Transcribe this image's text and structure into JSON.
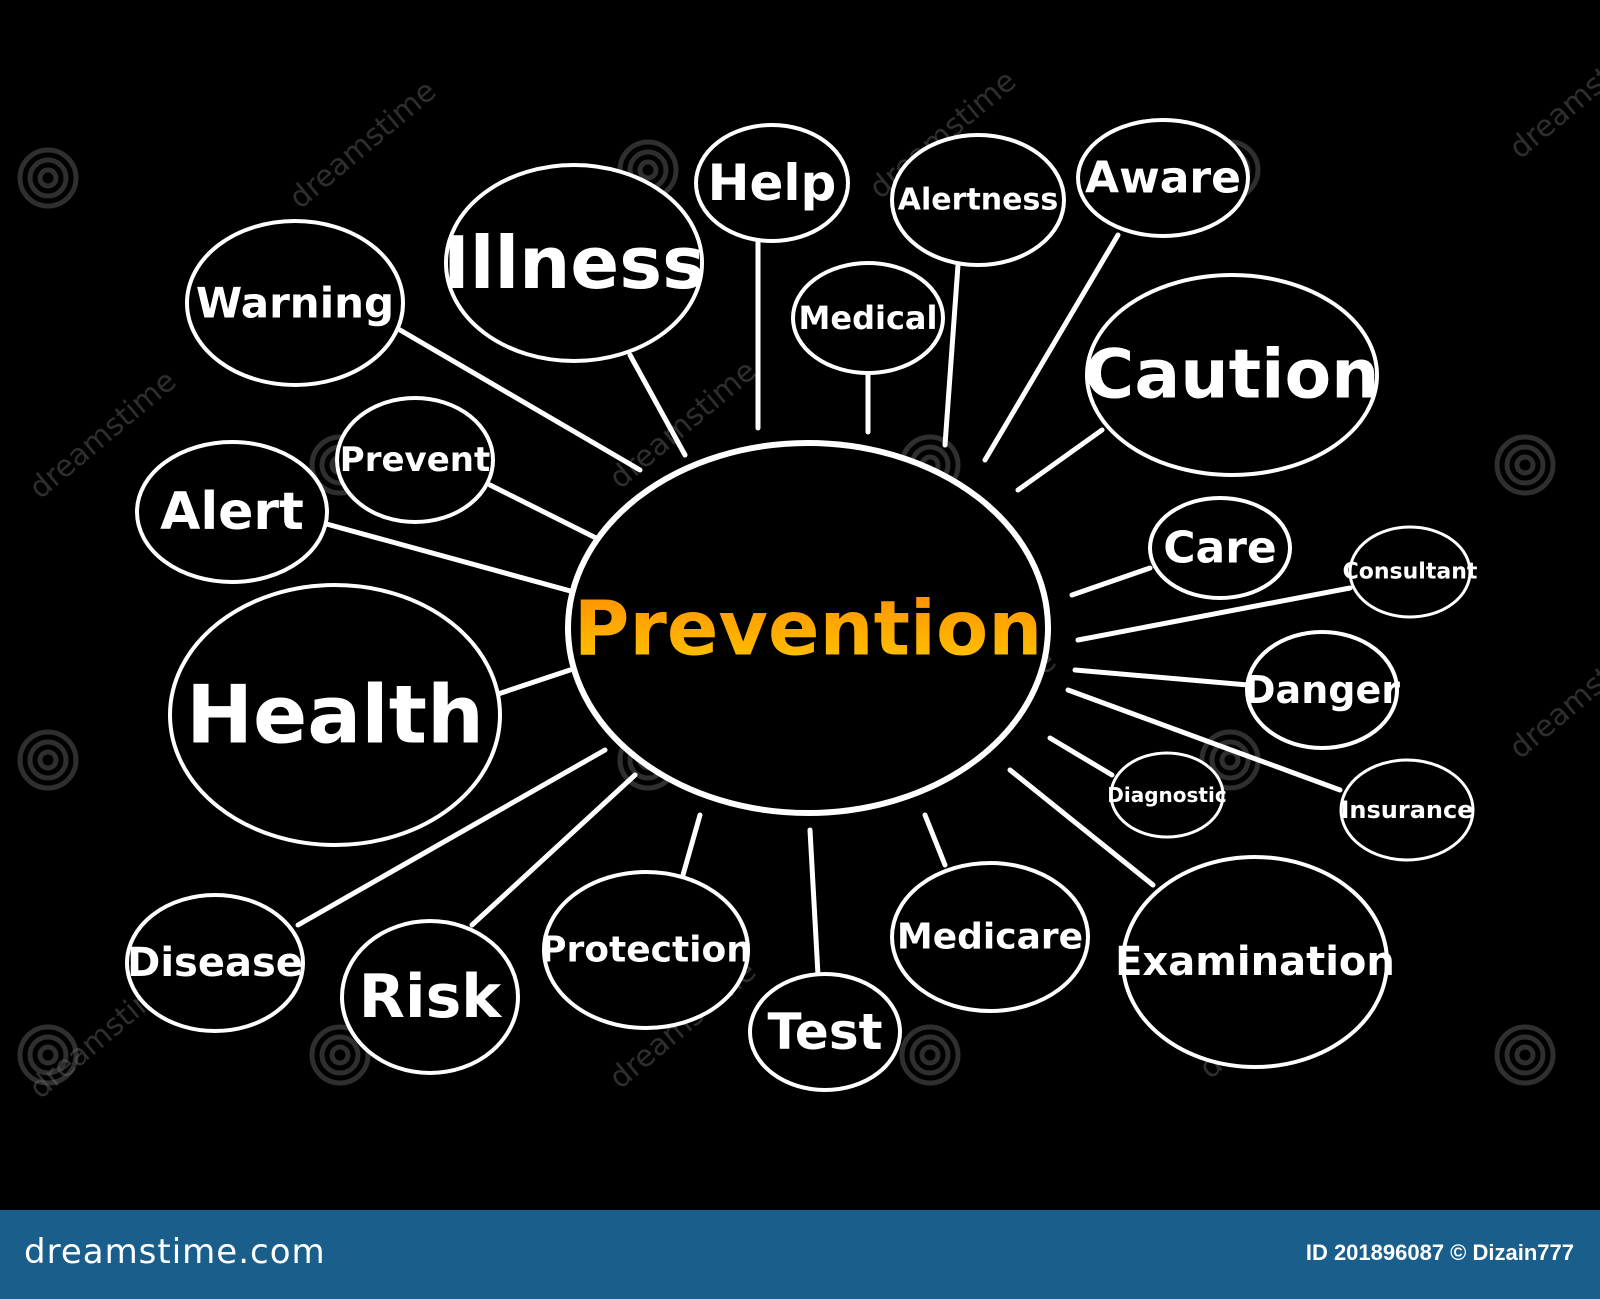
{
  "diagram": {
    "center": {
      "label": "Prevention",
      "color_start": "#ff8c00",
      "color_end": "#ffd200"
    },
    "line_color": "#ffffff",
    "nodes": [
      {
        "id": "help",
        "label": "Help",
        "size": "medium"
      },
      {
        "id": "alertness",
        "label": "Alertness",
        "size": "small"
      },
      {
        "id": "aware",
        "label": "Aware",
        "size": "medium"
      },
      {
        "id": "illness",
        "label": "Illness",
        "size": "large"
      },
      {
        "id": "medical",
        "label": "Medical",
        "size": "small"
      },
      {
        "id": "warning",
        "label": "Warning",
        "size": "medium"
      },
      {
        "id": "caution",
        "label": "Caution",
        "size": "large"
      },
      {
        "id": "prevent",
        "label": "Prevent",
        "size": "small"
      },
      {
        "id": "alert",
        "label": "Alert",
        "size": "medium"
      },
      {
        "id": "care",
        "label": "Care",
        "size": "medium"
      },
      {
        "id": "consultant",
        "label": "Consultant",
        "size": "tiny"
      },
      {
        "id": "health",
        "label": "Health",
        "size": "xlarge"
      },
      {
        "id": "danger",
        "label": "Danger",
        "size": "medium"
      },
      {
        "id": "diagnostic",
        "label": "Diagnostic",
        "size": "tiny"
      },
      {
        "id": "insurance",
        "label": "Insurance",
        "size": "tiny"
      },
      {
        "id": "disease",
        "label": "Disease",
        "size": "medium"
      },
      {
        "id": "risk",
        "label": "Risk",
        "size": "large"
      },
      {
        "id": "protection",
        "label": "Protection",
        "size": "medium"
      },
      {
        "id": "test",
        "label": "Test",
        "size": "medium"
      },
      {
        "id": "medicare",
        "label": "Medicare",
        "size": "medium"
      },
      {
        "id": "examination",
        "label": "Examination",
        "size": "medium"
      }
    ]
  },
  "footer": {
    "brand": "dreamstime.com",
    "stock_id": "ID 201896087 © Dizain777",
    "background": "#1a5f8c"
  },
  "watermark": {
    "text": "dreamstime"
  }
}
